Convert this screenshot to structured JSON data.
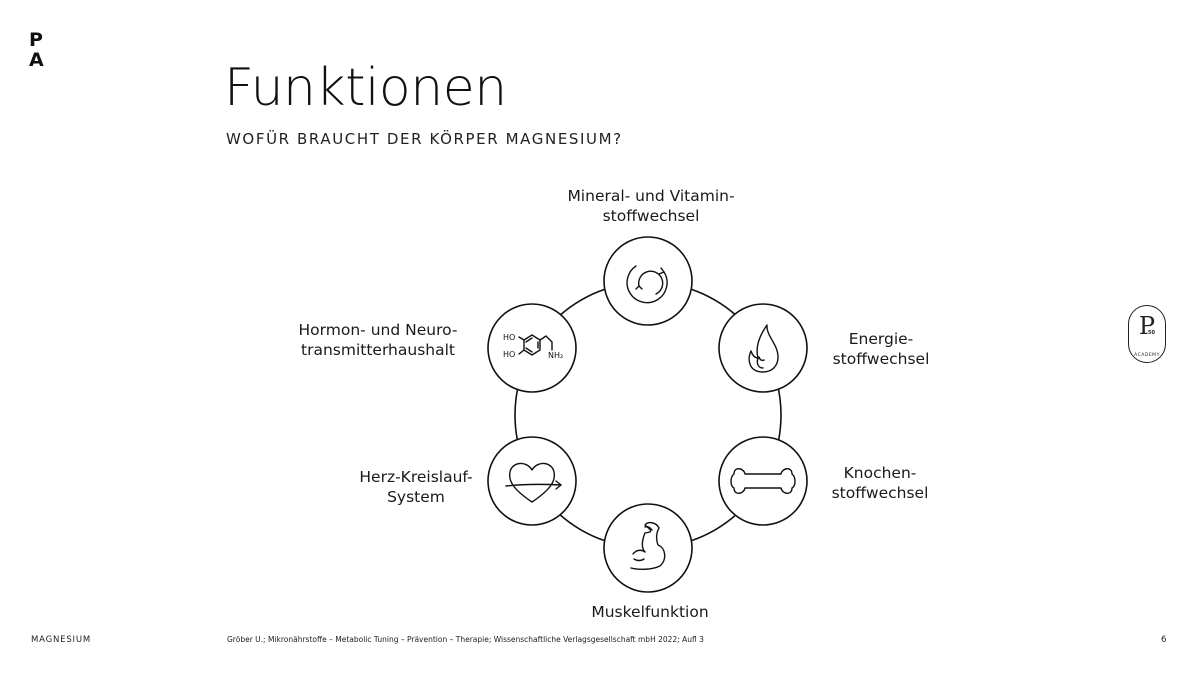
{
  "logo": {
    "line1": "P",
    "line2": "A"
  },
  "title": "Funktionen",
  "subtitle": "WOFÜR BRAUCHT DER KÖRPER MAGNESIUM?",
  "nodes": [
    {
      "id": "mineral",
      "icon": "cycle-arrows-icon",
      "label_lines": [
        "Mineral- und Vitamin-",
        "stoffwechsel"
      ]
    },
    {
      "id": "energie",
      "icon": "flame-icon",
      "label_lines": [
        "Energie-",
        "stoffwechsel"
      ]
    },
    {
      "id": "knochen",
      "icon": "bone-icon",
      "label_lines": [
        "Knochen-",
        "stoffwechsel"
      ]
    },
    {
      "id": "muskel",
      "icon": "flexed-arm-icon",
      "label_lines": [
        "Muskelfunktion"
      ]
    },
    {
      "id": "herz",
      "icon": "heart-arrow-icon",
      "label_lines": [
        "Herz-Kreislauf-",
        "System"
      ]
    },
    {
      "id": "hormon",
      "icon": "dopamine-molecule-icon",
      "label_lines": [
        "Hormon- und Neuro-",
        "transmitterhaushalt"
      ],
      "molecule_text": {
        "ho1": "HO",
        "ho2": "HO",
        "nh2": "NH₂"
      }
    }
  ],
  "badge": {
    "letter": "P",
    "number": "50",
    "text": "ACADEMY"
  },
  "footer": {
    "topic": "MAGNESIUM",
    "source": "Gröber U.; Mikronährstoffe – Metabolic Tuning – Prävention – Therapie; Wissenschaftliche Verlagsgesellschaft mbH 2022; Aufl 3",
    "page": "6"
  },
  "colors": {
    "ink": "#111111",
    "background": "#ffffff"
  }
}
